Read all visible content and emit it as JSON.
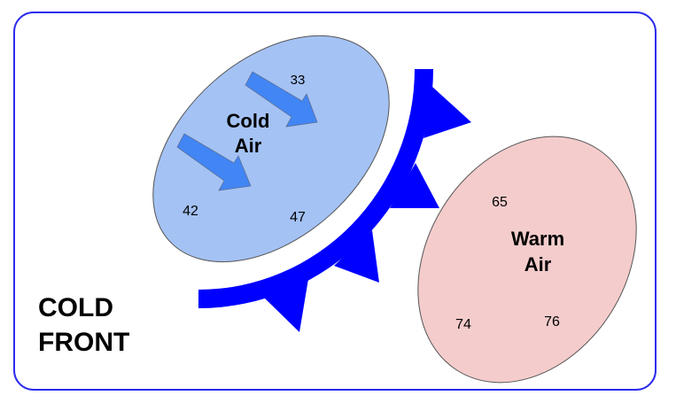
{
  "title": "COLD FRONT",
  "title_lines": [
    "COLD",
    "FRONT"
  ],
  "cold_air": {
    "label_lines": [
      "Cold",
      "Air"
    ],
    "temps": [
      "33",
      "42",
      "47"
    ]
  },
  "warm_air": {
    "label_lines": [
      "Warm",
      "Air"
    ],
    "temps": [
      "65",
      "74",
      "76"
    ]
  },
  "colors": {
    "front": "#0000ff",
    "cold_fill": "#a4c2f4",
    "warm_fill": "#f4cccc",
    "arrow": "#4285f4",
    "border": "#2b2bef"
  }
}
